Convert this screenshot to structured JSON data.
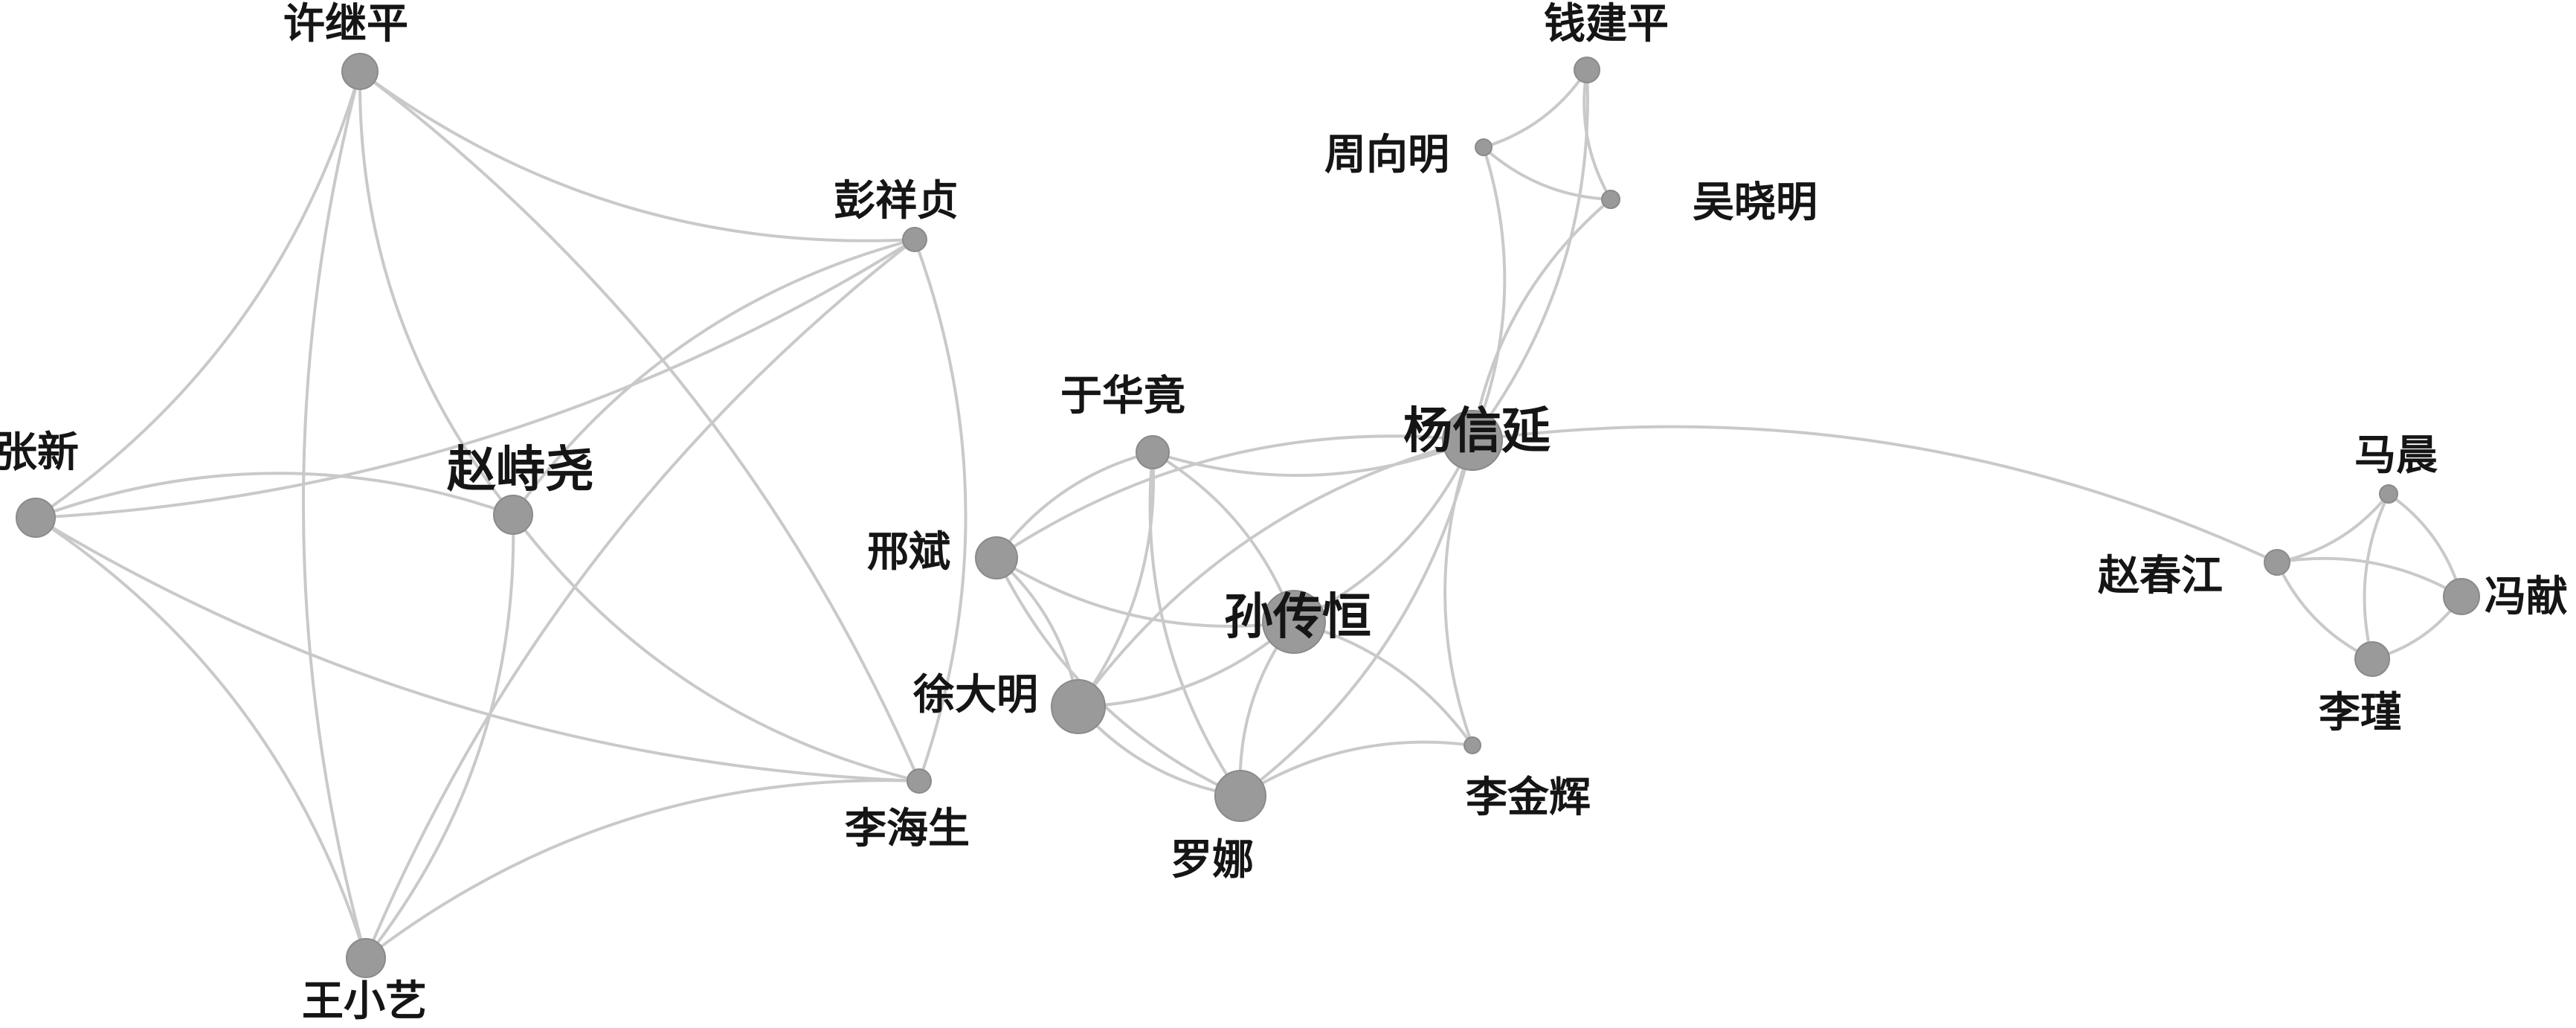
{
  "graph": {
    "nodes": [
      {
        "id": "xujiping",
        "label": "许继平"
      },
      {
        "id": "pengxiangzhen",
        "label": "彭祥贞"
      },
      {
        "id": "zhangxin",
        "label": "张新"
      },
      {
        "id": "zhaoshiyao",
        "label": "赵峙尧"
      },
      {
        "id": "lihaisheng",
        "label": "李海生"
      },
      {
        "id": "wangxiaoyi",
        "label": "王小艺"
      },
      {
        "id": "qianjianping",
        "label": "钱建平"
      },
      {
        "id": "zhouxiangming",
        "label": "周向明"
      },
      {
        "id": "wuxiaoming",
        "label": "吴晓明"
      },
      {
        "id": "yuhuajing",
        "label": "于华竟"
      },
      {
        "id": "yangxinyan",
        "label": "杨信延"
      },
      {
        "id": "xingbin",
        "label": "邢斌"
      },
      {
        "id": "sunchuanheng",
        "label": "孙传恒"
      },
      {
        "id": "xudaming",
        "label": "徐大明"
      },
      {
        "id": "lijinhui",
        "label": "李金辉"
      },
      {
        "id": "luona",
        "label": "罗娜"
      },
      {
        "id": "machen",
        "label": "马晨"
      },
      {
        "id": "zhaochunjiang",
        "label": "赵春江"
      },
      {
        "id": "fengxian",
        "label": "冯献"
      },
      {
        "id": "lijin",
        "label": "李瑾"
      }
    ],
    "edges": [
      [
        "xujiping",
        "pengxiangzhen"
      ],
      [
        "xujiping",
        "zhangxin"
      ],
      [
        "xujiping",
        "zhaoshiyao"
      ],
      [
        "xujiping",
        "lihaisheng"
      ],
      [
        "xujiping",
        "wangxiaoyi"
      ],
      [
        "pengxiangzhen",
        "zhangxin"
      ],
      [
        "pengxiangzhen",
        "zhaoshiyao"
      ],
      [
        "pengxiangzhen",
        "lihaisheng"
      ],
      [
        "pengxiangzhen",
        "wangxiaoyi"
      ],
      [
        "zhangxin",
        "zhaoshiyao"
      ],
      [
        "zhangxin",
        "lihaisheng"
      ],
      [
        "zhangxin",
        "wangxiaoyi"
      ],
      [
        "zhaoshiyao",
        "lihaisheng"
      ],
      [
        "zhaoshiyao",
        "wangxiaoyi"
      ],
      [
        "lihaisheng",
        "wangxiaoyi"
      ],
      [
        "qianjianping",
        "zhouxiangming"
      ],
      [
        "qianjianping",
        "wuxiaoming"
      ],
      [
        "qianjianping",
        "yangxinyan"
      ],
      [
        "zhouxiangming",
        "wuxiaoming"
      ],
      [
        "zhouxiangming",
        "yangxinyan"
      ],
      [
        "wuxiaoming",
        "yangxinyan"
      ],
      [
        "yangxinyan",
        "yuhuajing"
      ],
      [
        "yangxinyan",
        "xingbin"
      ],
      [
        "yangxinyan",
        "sunchuanheng"
      ],
      [
        "yangxinyan",
        "xudaming"
      ],
      [
        "yangxinyan",
        "luona"
      ],
      [
        "yangxinyan",
        "lijinhui"
      ],
      [
        "yangxinyan",
        "zhaochunjiang"
      ],
      [
        "yuhuajing",
        "xingbin"
      ],
      [
        "yuhuajing",
        "xudaming"
      ],
      [
        "yuhuajing",
        "luona"
      ],
      [
        "yuhuajing",
        "sunchuanheng"
      ],
      [
        "xingbin",
        "sunchuanheng"
      ],
      [
        "xingbin",
        "xudaming"
      ],
      [
        "xingbin",
        "luona"
      ],
      [
        "sunchuanheng",
        "xudaming"
      ],
      [
        "sunchuanheng",
        "luona"
      ],
      [
        "sunchuanheng",
        "lijinhui"
      ],
      [
        "xudaming",
        "luona"
      ],
      [
        "luona",
        "lijinhui"
      ],
      [
        "zhaochunjiang",
        "machen"
      ],
      [
        "zhaochunjiang",
        "fengxian"
      ],
      [
        "zhaochunjiang",
        "lijin"
      ],
      [
        "machen",
        "fengxian"
      ],
      [
        "machen",
        "lijin"
      ],
      [
        "fengxian",
        "lijin"
      ]
    ]
  }
}
